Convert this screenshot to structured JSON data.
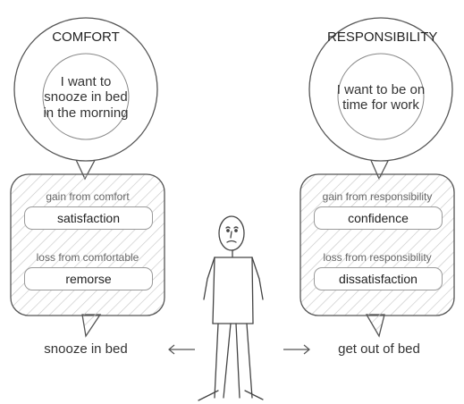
{
  "left": {
    "title": "COMFORT",
    "thought": "I want to snooze in bed in the morning",
    "gain_label": "gain from comfort",
    "gain_value": "satisfaction",
    "loss_label": "loss from comfortable",
    "loss_value": "remorse",
    "action": "snooze in bed"
  },
  "right": {
    "title": "RESPONSIBILITY",
    "thought": "I want to be on time for work",
    "gain_label": "gain from responsibility",
    "gain_value": "confidence",
    "loss_label": "loss from responsibility",
    "loss_value": "dissatisfaction",
    "action": "get out of bed"
  },
  "colors": {
    "stroke": "#555555",
    "hatch": "#c8c8c8"
  }
}
